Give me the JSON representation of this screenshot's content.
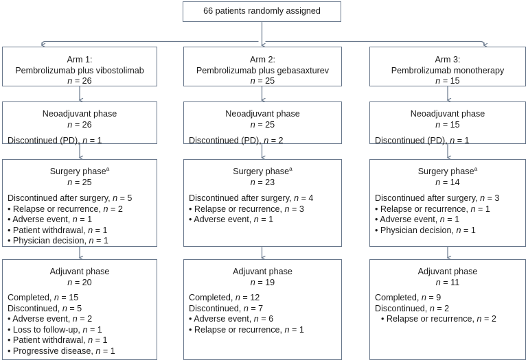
{
  "diagram": {
    "type": "consort-flow-diagram",
    "title_box": {
      "text": "66 patients randomly assigned"
    },
    "colors": {
      "border": "#69788c",
      "connector": "#69788c",
      "text": "#1a1a1a",
      "background": "#ffffff"
    },
    "footnote_marker": "a",
    "columns": [
      {
        "arm": {
          "label": "Arm 1:",
          "treatment": "Pembrolizumab plus vibostolimab",
          "n_label": "n",
          "n_value": "= 26"
        },
        "neoadjuvant": {
          "title": "Neoadjuvant phase",
          "n_label": "n",
          "n_value": "= 26",
          "lines": [
            {
              "text": "Discontinued (PD), ",
              "n_label": "n",
              "n_value": "= 1"
            }
          ]
        },
        "surgery": {
          "title": "Surgery phase",
          "n_label": "n",
          "n_value": "= 25",
          "lines": [
            {
              "text": "Discontinued after surgery, ",
              "n_label": "n",
              "n_value": "= 5"
            }
          ],
          "bullets": [
            {
              "text": "Relapse or recurrence, ",
              "n_label": "n",
              "n_value": "= 2"
            },
            {
              "text": "Adverse event, ",
              "n_label": "n",
              "n_value": "= 1"
            },
            {
              "text": "Patient withdrawal, ",
              "n_label": "n",
              "n_value": "= 1"
            },
            {
              "text": "Physician decision, ",
              "n_label": "n",
              "n_value": "= 1"
            }
          ]
        },
        "adjuvant": {
          "title": "Adjuvant phase",
          "n_label": "n",
          "n_value": "= 20",
          "lines": [
            {
              "text": "Completed, ",
              "n_label": "n",
              "n_value": "= 15"
            },
            {
              "text": "Discontinued, ",
              "n_label": "n",
              "n_value": "= 5"
            }
          ],
          "bullets": [
            {
              "text": "Adverse event, ",
              "n_label": "n",
              "n_value": "= 2"
            },
            {
              "text": "Loss to follow-up, ",
              "n_label": "n",
              "n_value": "= 1"
            },
            {
              "text": "Patient withdrawal, ",
              "n_label": "n",
              "n_value": "= 1"
            },
            {
              "text": "Progressive disease, ",
              "n_label": "n",
              "n_value": "= 1"
            }
          ],
          "bullet_indent": false
        }
      },
      {
        "arm": {
          "label": "Arm 2:",
          "treatment": "Pembrolizumab plus gebasaxturev",
          "n_label": "n",
          "n_value": "= 25"
        },
        "neoadjuvant": {
          "title": "Neoadjuvant phase",
          "n_label": "n",
          "n_value": "= 25",
          "lines": [
            {
              "text": "Discontinued (PD), ",
              "n_label": "n",
              "n_value": "= 2"
            }
          ]
        },
        "surgery": {
          "title": "Surgery phase",
          "n_label": "n",
          "n_value": "= 23",
          "lines": [
            {
              "text": "Discontinued after surgery, ",
              "n_label": "n",
              "n_value": "= 4"
            }
          ],
          "bullets": [
            {
              "text": "Relapse or recurrence, ",
              "n_label": "n",
              "n_value": "= 3"
            },
            {
              "text": "Adverse event, ",
              "n_label": "n",
              "n_value": "= 1"
            }
          ]
        },
        "adjuvant": {
          "title": "Adjuvant phase",
          "n_label": "n",
          "n_value": "= 19",
          "lines": [
            {
              "text": "Completed, ",
              "n_label": "n",
              "n_value": "= 12"
            },
            {
              "text": "Discontinued, ",
              "n_label": "n",
              "n_value": "= 7"
            }
          ],
          "bullets": [
            {
              "text": "Adverse event, ",
              "n_label": "n",
              "n_value": "= 6"
            },
            {
              "text": "Relapse or recurrence, ",
              "n_label": "n",
              "n_value": "= 1"
            }
          ],
          "bullet_indent": false
        }
      },
      {
        "arm": {
          "label": "Arm 3:",
          "treatment": "Pembrolizumab monotherapy",
          "n_label": "n",
          "n_value": "= 15"
        },
        "neoadjuvant": {
          "title": "Neoadjuvant phase",
          "n_label": "n",
          "n_value": "= 15",
          "lines": [
            {
              "text": "Discontinued (PD), ",
              "n_label": "n",
              "n_value": "= 1"
            }
          ]
        },
        "surgery": {
          "title": "Surgery phase",
          "n_label": "n",
          "n_value": "= 14",
          "lines": [
            {
              "text": "Discontinued after surgery, ",
              "n_label": "n",
              "n_value": "= 3"
            }
          ],
          "bullets": [
            {
              "text": "Relapse or recurrence, ",
              "n_label": "n",
              "n_value": "= 1"
            },
            {
              "text": "Adverse event, ",
              "n_label": "n",
              "n_value": "= 1"
            },
            {
              "text": "Physician decision, ",
              "n_label": "n",
              "n_value": "= 1"
            }
          ]
        },
        "adjuvant": {
          "title": "Adjuvant phase",
          "n_label": "n",
          "n_value": "= 11",
          "lines": [
            {
              "text": "Completed, ",
              "n_label": "n",
              "n_value": "= 9"
            },
            {
              "text": "Discontinued, ",
              "n_label": "n",
              "n_value": "= 2"
            }
          ],
          "bullets": [
            {
              "text": "Relapse or recurrence, ",
              "n_label": "n",
              "n_value": "= 2"
            }
          ],
          "bullet_indent": true
        }
      }
    ]
  }
}
